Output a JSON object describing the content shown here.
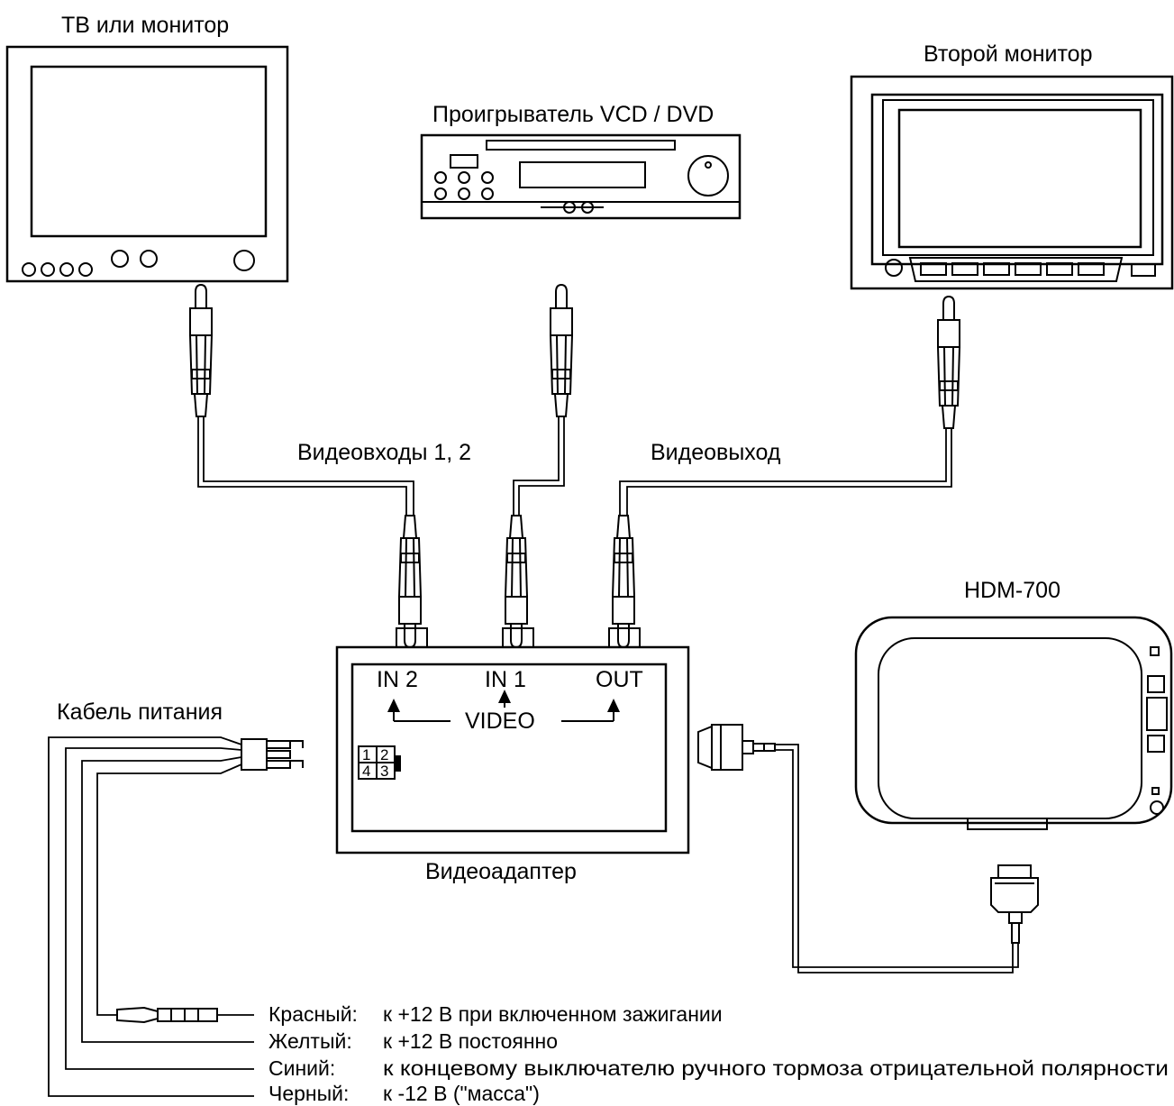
{
  "devices": {
    "tv": {
      "label": "ТВ или монитор"
    },
    "player": {
      "label": "Проигрыватель VCD / DVD"
    },
    "second_monitor": {
      "label": "Второй монитор"
    },
    "hdm": {
      "label": "HDM-700"
    },
    "adapter": {
      "label": "Видеоадаптер"
    }
  },
  "cables": {
    "inputs_label": "Видеовходы 1, 2",
    "output_label": "Видеовыход",
    "power_label": "Кабель питания"
  },
  "adapter_ports": {
    "in2": "IN 2",
    "in1": "IN 1",
    "out": "OUT",
    "video": "VIDEO",
    "pins": [
      "1",
      "2",
      "4",
      "3"
    ]
  },
  "wires": [
    {
      "color": "Красный:",
      "desc": "к +12 В при включенном зажигании"
    },
    {
      "color": "Желтый:",
      "desc": "к +12 В постоянно"
    },
    {
      "color": "Синий:",
      "desc": "к концевому выключателю ручного тормоза отрицательной полярности"
    },
    {
      "color": "Черный:",
      "desc": "к -12 В (\"масса\")"
    }
  ]
}
